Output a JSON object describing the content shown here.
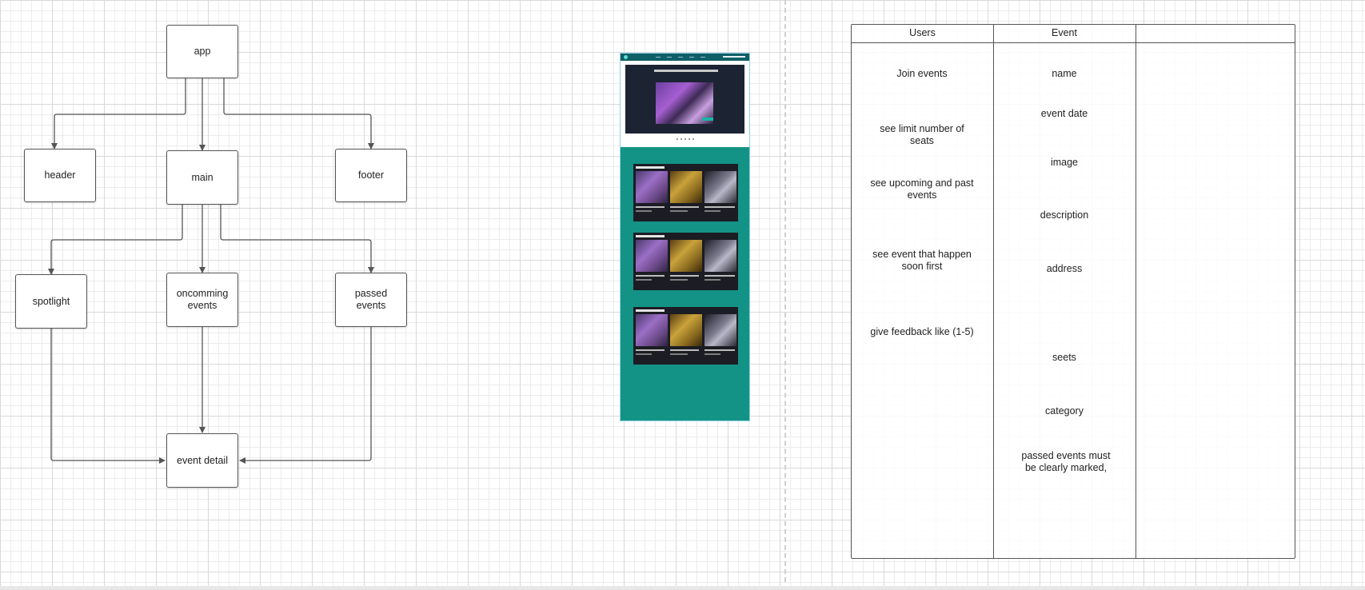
{
  "flowchart": {
    "nodes": {
      "app": "app",
      "header": "header",
      "main": "main",
      "footer": "footer",
      "spotlight": "spotlight",
      "oncomming": "oncomming events",
      "passed": "passed events",
      "event_detail": "event detail"
    }
  },
  "colors": {
    "teal": "#139386",
    "dark_navy": "#1c2333",
    "line": "#555555"
  },
  "mockup": {
    "section_cards": 3,
    "images_per_card": 3
  },
  "table": {
    "headers": [
      "Users",
      "Event",
      ""
    ],
    "users": [
      "Join events",
      "see limit number of seats",
      "see upcoming and past events",
      "see event that happen soon first",
      "give feedback like (1-5)"
    ],
    "event": [
      "name",
      "event date",
      "image",
      "description",
      "address",
      "seets",
      "category",
      "passed events must be clearly marked,"
    ]
  }
}
